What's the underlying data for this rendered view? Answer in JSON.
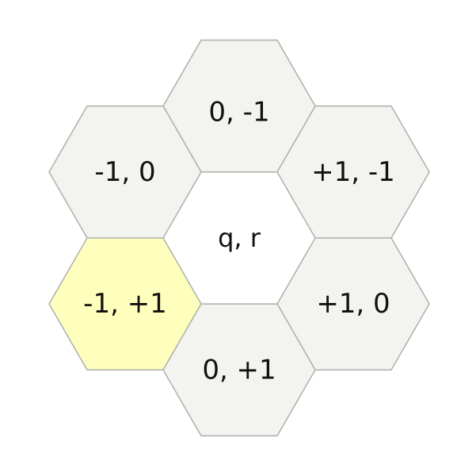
{
  "colors": {
    "neighbor_fill": "#f3f3f0",
    "highlight_fill": "#ffffbd",
    "stroke": "#b2b2b0",
    "center_fill": "#ffffff"
  },
  "center": {
    "label": "q, r"
  },
  "neighbors": [
    {
      "id": "n",
      "label": "0, -1",
      "highlighted": false
    },
    {
      "id": "nw",
      "label": "-1, 0",
      "highlighted": false
    },
    {
      "id": "ne",
      "label": "+1, -1",
      "highlighted": false
    },
    {
      "id": "sw",
      "label": "-1, +1",
      "highlighted": true
    },
    {
      "id": "se",
      "label": "+1, 0",
      "highlighted": false
    },
    {
      "id": "s",
      "label": "0, +1",
      "highlighted": false
    }
  ]
}
